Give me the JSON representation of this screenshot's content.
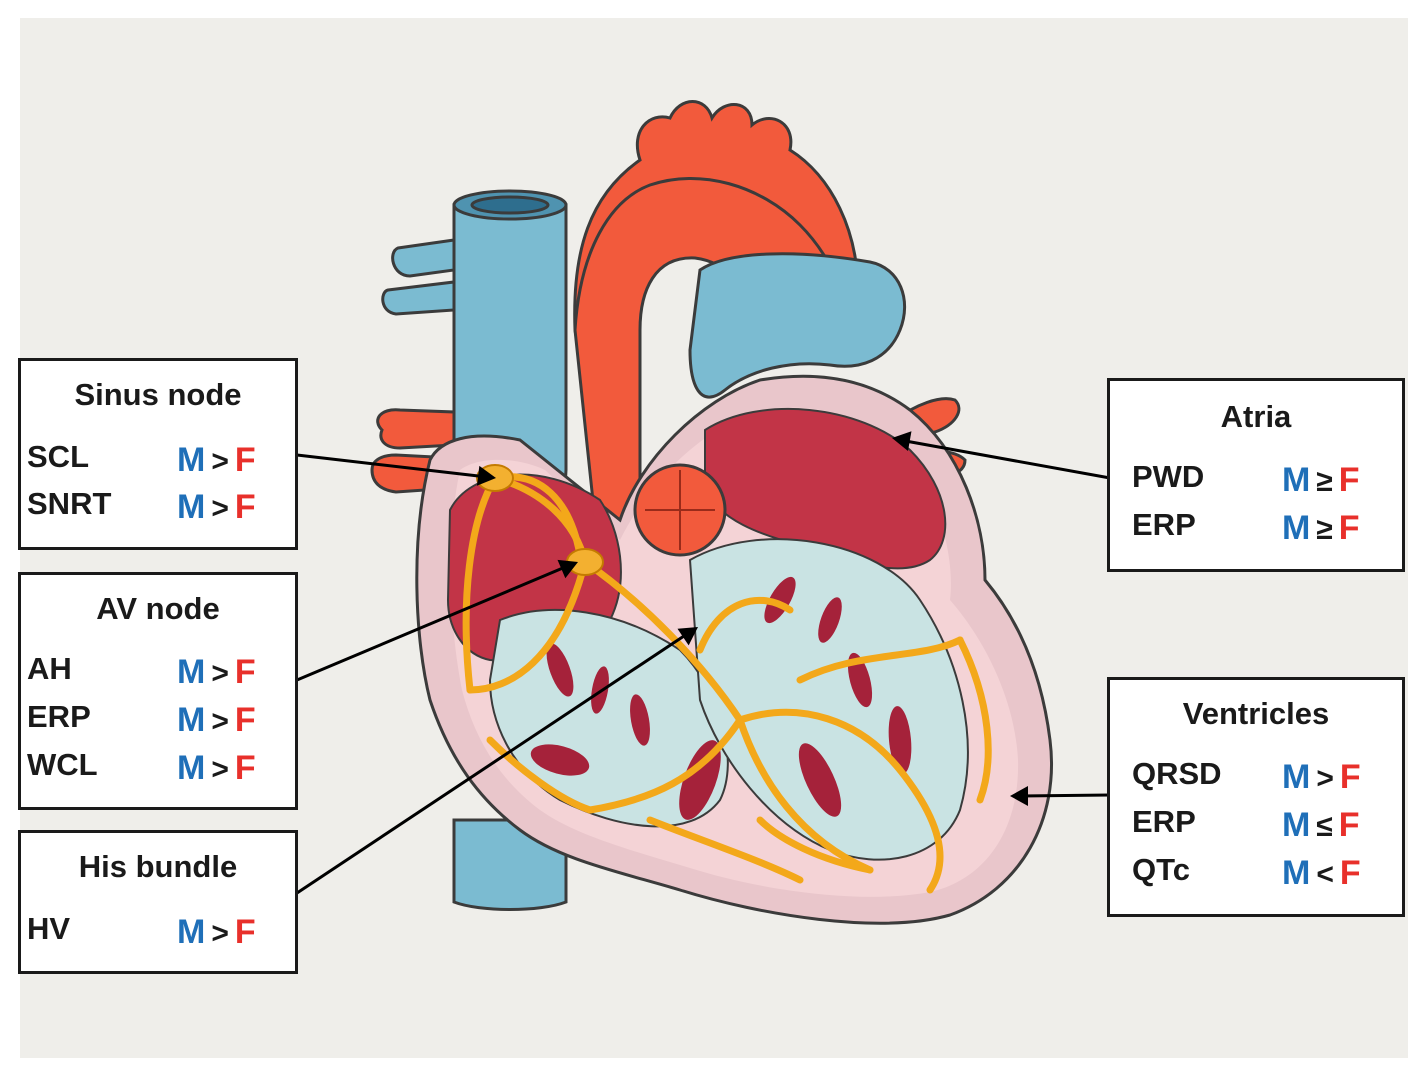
{
  "colors": {
    "male": "#1f6fb8",
    "female": "#e8302b",
    "background": "#efeeea",
    "vein_blue": "#7bbbd1",
    "artery_red": "#f25a3c",
    "conduction_orange": "#f3a81a",
    "myocardium_pink": "#f2c7cc",
    "chamber_red": "#c23447"
  },
  "boxes": {
    "sinus_node": {
      "title": "Sinus node",
      "rows": [
        {
          "param": "SCL",
          "m": "M",
          "op": ">",
          "f": "F"
        },
        {
          "param": "SNRT",
          "m": "M",
          "op": ">",
          "f": "F"
        }
      ]
    },
    "av_node": {
      "title": "AV node",
      "rows": [
        {
          "param": "AH",
          "m": "M",
          "op": ">",
          "f": "F"
        },
        {
          "param": "ERP",
          "m": "M",
          "op": ">",
          "f": "F"
        },
        {
          "param": "WCL",
          "m": "M",
          "op": ">",
          "f": "F"
        }
      ]
    },
    "his_bundle": {
      "title": "His bundle",
      "rows": [
        {
          "param": "HV",
          "m": "M",
          "op": ">",
          "f": "F"
        }
      ]
    },
    "atria": {
      "title": "Atria",
      "rows": [
        {
          "param": "PWD",
          "m": "M",
          "op": "≥",
          "f": "F"
        },
        {
          "param": "ERP",
          "m": "M",
          "op": "≥",
          "f": "F"
        }
      ]
    },
    "ventricles": {
      "title": "Ventricles",
      "rows": [
        {
          "param": "QRSD",
          "m": "M",
          "op": ">",
          "f": "F"
        },
        {
          "param": "ERP",
          "m": "M",
          "op": "≤",
          "f": "F"
        },
        {
          "param": "QTc",
          "m": "M",
          "op": "<",
          "f": "F"
        }
      ]
    }
  }
}
